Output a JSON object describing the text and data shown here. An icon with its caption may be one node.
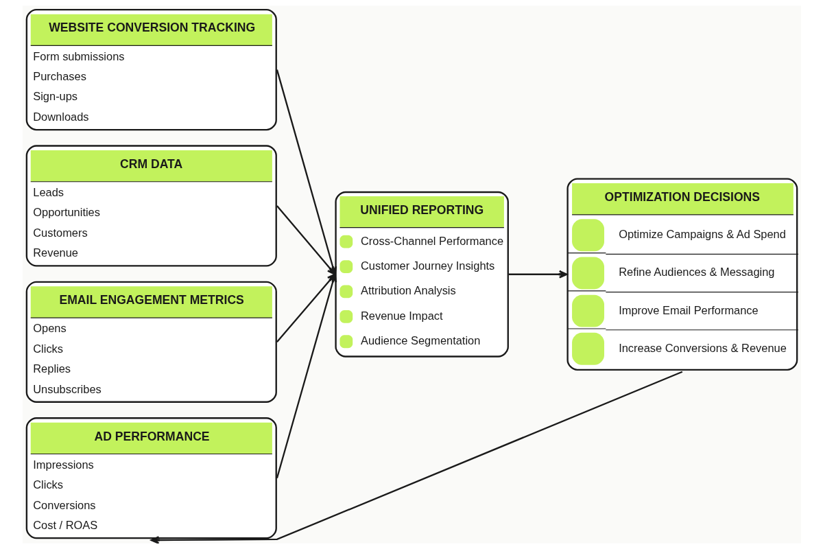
{
  "diagram": {
    "nodes": [
      {
        "text": [
          "WEBSITE CONVERSION TRACKING",
          "Form submissions",
          "Purchases",
          "Sign-ups",
          "Downloads"
        ]
      },
      {
        "text": [
          "CRM DATA",
          "Leads",
          "Opportunities",
          "Customers",
          "Revenue"
        ]
      },
      {
        "text": [
          "EMAIL ENGAGEMENT METRICS",
          "Opens",
          "Clicks",
          "Replies",
          "Unsubscribes"
        ]
      },
      {
        "text": [
          "AD PERFORMANCE",
          "Impressions",
          "Clicks",
          "Conversions",
          "Cost / ROAS"
        ]
      },
      {
        "text": [
          "UNIFIED REPORTING",
          "Cross-Channel Performance",
          "Customer Journey Insights",
          "Attribution Analysis",
          "Revenue Impact",
          "Audience Segmentation"
        ]
      },
      {
        "text": [
          "OPTIMIZATION DECISIONS",
          "Optimize Campaigns & Ad Spend",
          "Refine Audiences & Messaging",
          "Improve Email Performance",
          "Increase Conversions & Revenue"
        ]
      }
    ],
    "edges": [
      {
        "from": 0,
        "to": 4,
        "arrow": "to"
      },
      {
        "from": 1,
        "to": 4,
        "arrow": "to"
      },
      {
        "from": 2,
        "to": 4,
        "arrow": "to"
      },
      {
        "from": 3,
        "to": 4,
        "arrow": "to"
      },
      {
        "from": 4,
        "to": 5,
        "arrow": "to"
      },
      {
        "from": 5,
        "to": 3,
        "arrow": "to"
      }
    ]
  }
}
